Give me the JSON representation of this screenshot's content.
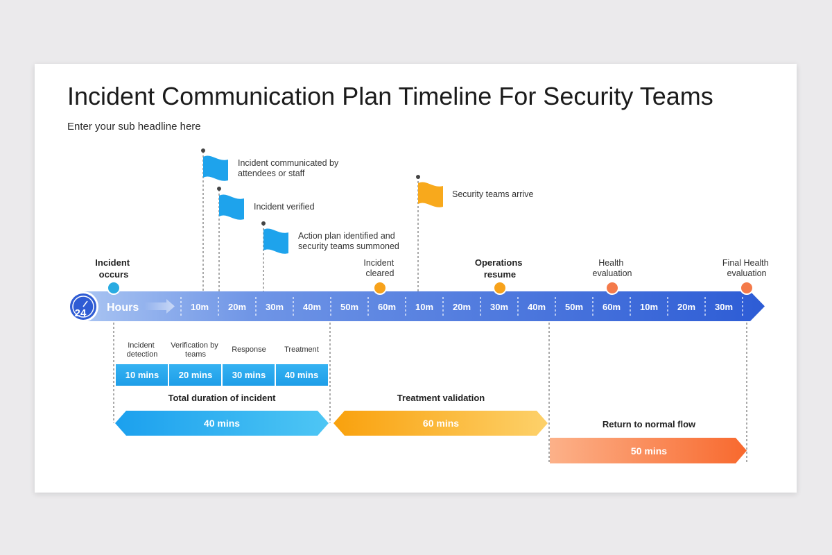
{
  "title": "Incident Communication Plan Timeline For Security Teams",
  "subtitle": "Enter your sub headline here",
  "timeline": {
    "clock_label": "24",
    "hours_label": "Hours",
    "ticks": [
      "10m",
      "20m",
      "30m",
      "40m",
      "50m",
      "60m",
      "10m",
      "20m",
      "30m",
      "40m",
      "50m",
      "60m",
      "10m",
      "20m",
      "30m"
    ]
  },
  "milestones": [
    {
      "lines": [
        "Incident",
        "occurs"
      ],
      "bold": true,
      "color": "#29abe2"
    },
    {
      "lines": [
        "Incident",
        "cleared"
      ],
      "bold": false,
      "color": "#f7a21b"
    },
    {
      "lines": [
        "Operations",
        "resume"
      ],
      "bold": true,
      "color": "#f7a21b"
    },
    {
      "lines": [
        "Health",
        "evaluation"
      ],
      "bold": false,
      "color": "#f47a4a"
    },
    {
      "lines": [
        "Final Health",
        "evaluation"
      ],
      "bold": false,
      "color": "#f47a4a"
    }
  ],
  "flags": [
    {
      "lines": [
        "Incident communicated by",
        "attendees or staff"
      ],
      "color": "#29abe2"
    },
    {
      "lines": [
        "Incident verified"
      ],
      "color": "#29abe2"
    },
    {
      "lines": [
        "Action plan identified and",
        "security teams summoned"
      ],
      "color": "#29abe2"
    },
    {
      "lines": [
        "Security teams arrive"
      ],
      "color": "#f7a21b"
    }
  ],
  "phases": [
    {
      "label_lines": [
        "Incident",
        "detection"
      ],
      "value": "10 mins"
    },
    {
      "label_lines": [
        "Verification by",
        "teams"
      ],
      "value": "20 mins"
    },
    {
      "label_lines": [
        "Response"
      ],
      "value": "30 mins"
    },
    {
      "label_lines": [
        "Treatment"
      ],
      "value": "40 mins"
    }
  ],
  "spans": [
    {
      "title": "Total duration of incident",
      "value": "40 mins"
    },
    {
      "title": "Treatment validation",
      "value": "60 mins"
    },
    {
      "title": "Return to normal flow",
      "value": "50 mins"
    }
  ],
  "colors": {
    "blue": "#29abe2",
    "orange": "#f7a21b",
    "coral": "#f47a4a",
    "bar_start": "#8fb4ee",
    "bar_end": "#2f5fd6"
  }
}
